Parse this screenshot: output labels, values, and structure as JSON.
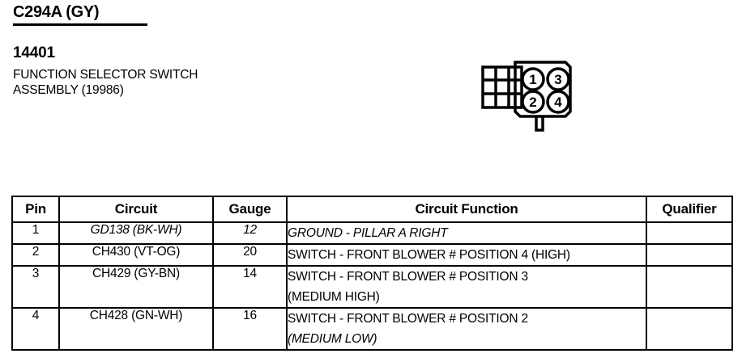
{
  "header": {
    "connector_id": "C294A (GY)",
    "part_number": "14401",
    "description_line1": "FUNCTION SELECTOR SWITCH",
    "description_line2": "ASSEMBLY (19986)"
  },
  "connector_figure": {
    "name": "4-cavity connector diagram",
    "pins": [
      "1",
      "3",
      "2",
      "4"
    ],
    "pin_top_left": "1",
    "pin_top_right": "3",
    "pin_bottom_left": "2",
    "pin_bottom_right": "4"
  },
  "table": {
    "columns": [
      "Pin",
      "Circuit",
      "Gauge",
      "Circuit Function",
      "Qualifier"
    ],
    "rows": [
      {
        "pin": "1",
        "circuit": "GD138 (BK-WH)",
        "circuit_italic": true,
        "gauge": "12",
        "function_line1": "GROUND - PILLAR A RIGHT",
        "function_line1_italic": true,
        "function_line2": "",
        "function_line2_italic": false,
        "qualifier": "",
        "two_line": false
      },
      {
        "pin": "2",
        "circuit": "CH430 (VT-OG)",
        "circuit_italic": false,
        "gauge": "20",
        "function_line1": "SWITCH - FRONT BLOWER # POSITION 4 (HIGH)",
        "function_line1_italic": false,
        "function_line2": "",
        "function_line2_italic": false,
        "qualifier": "",
        "two_line": false
      },
      {
        "pin": "3",
        "circuit": "CH429 (GY-BN)",
        "circuit_italic": false,
        "gauge": "14",
        "function_line1": "SWITCH - FRONT BLOWER # POSITION 3",
        "function_line1_italic": false,
        "function_line2": "(MEDIUM HIGH)",
        "function_line2_italic": false,
        "qualifier": "",
        "two_line": true
      },
      {
        "pin": "4",
        "circuit": "CH428 (GN-WH)",
        "circuit_italic": false,
        "gauge": "16",
        "function_line1": "SWITCH - FRONT BLOWER # POSITION 2",
        "function_line1_italic": false,
        "function_line2": "(MEDIUM LOW)",
        "function_line2_italic": true,
        "qualifier": "",
        "two_line": true
      }
    ]
  },
  "colors": {
    "ink": "#000000",
    "paper": "#ffffff"
  }
}
